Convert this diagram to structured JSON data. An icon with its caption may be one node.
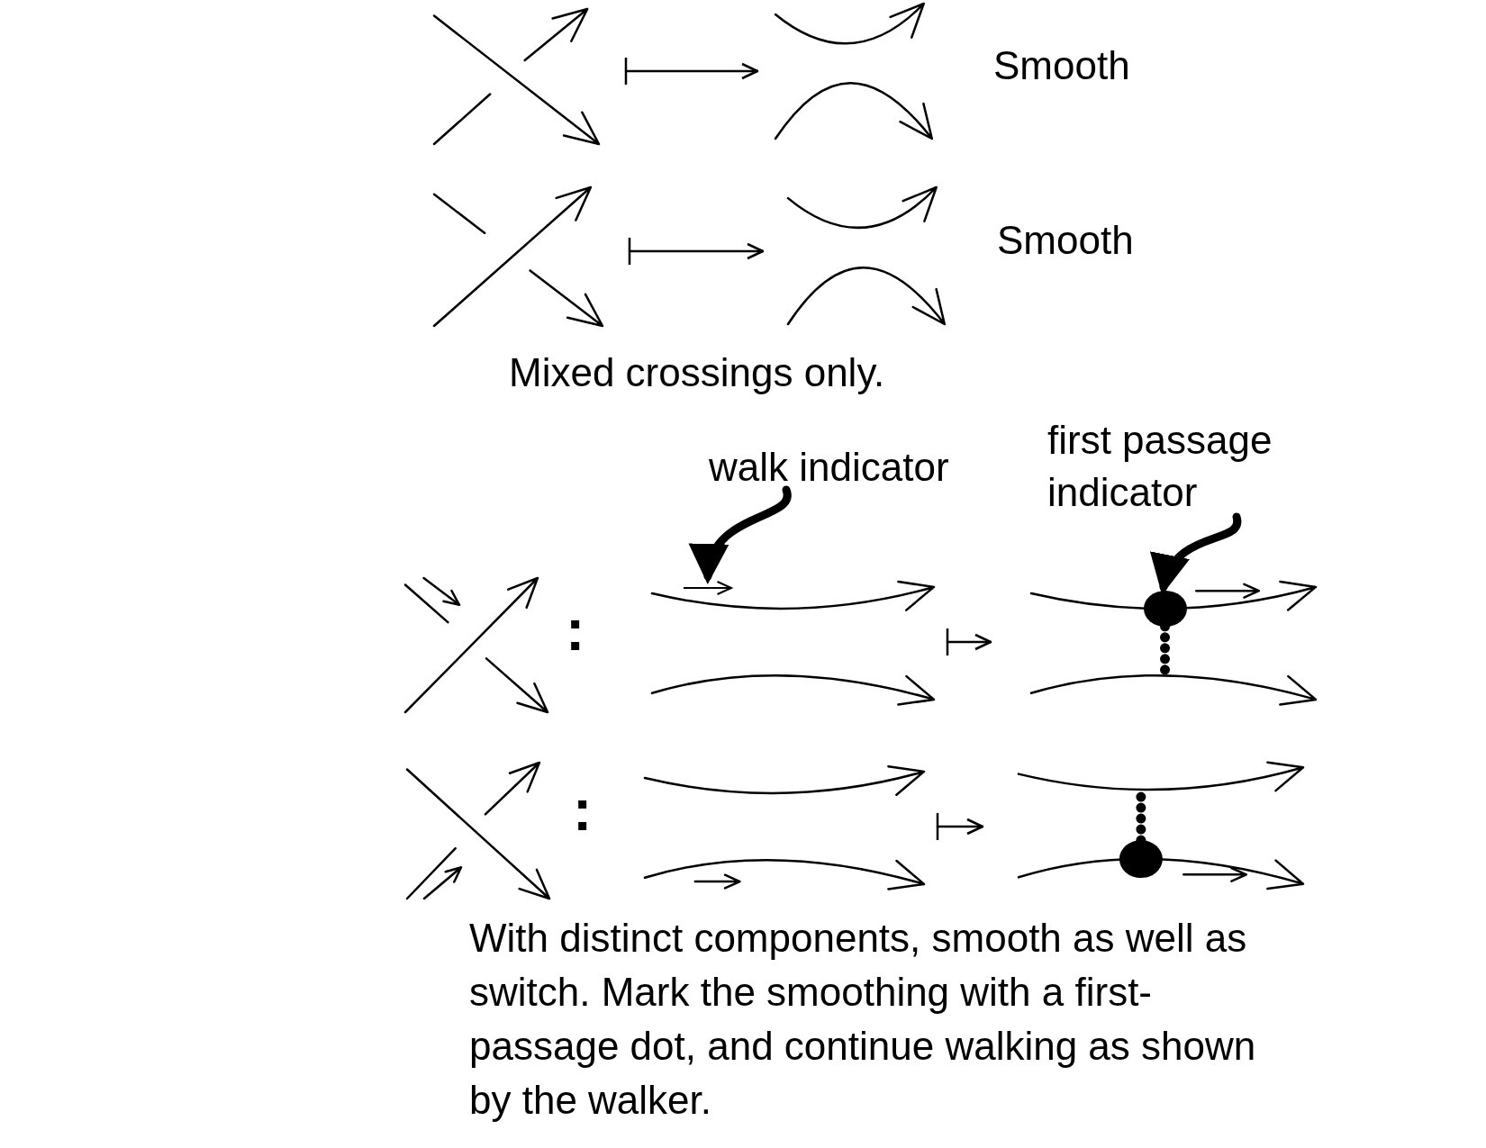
{
  "diagram": {
    "caption": "With distinct components, smooth as well as switch. Mark the smoothing with a first-passage dot, and continue walking as shown by the walker.",
    "nodes": [
      {
        "text": [],
        "shape": "picture"
      },
      {
        "text": [],
        "shape": "picture",
        "beside": [
          "Smooth"
        ]
      },
      {
        "text": [],
        "shape": "picture"
      },
      {
        "text": [],
        "shape": "picture",
        "beside": [
          "Smooth"
        ]
      },
      {
        "text": [
          "walk indicator"
        ]
      },
      {
        "text": [
          "first passage indicator"
        ]
      },
      {
        "text": [],
        "shape": "picture"
      },
      {
        "text": [],
        "shape": "picture"
      },
      {
        "text": [],
        "shape": "arrow",
        "in": 7
      },
      {
        "text": [],
        "shape": "picture"
      },
      {
        "text": [],
        "shape": "circle",
        "in": 9
      },
      {
        "text": [],
        "shape": "picture"
      },
      {
        "text": [],
        "shape": "picture"
      },
      {
        "text": [],
        "shape": "picture"
      }
    ],
    "edges": [
      {
        "from": 0,
        "to": 1,
        "arrow": "to"
      },
      {
        "from": 2,
        "to": 3,
        "arrow": "to"
      },
      {
        "from": 4,
        "to": 8,
        "arrow": "to",
        "style": "thick"
      },
      {
        "from": 5,
        "to": 10,
        "arrow": "to",
        "style": "thick"
      },
      {
        "from": 7,
        "to": 9,
        "arrow": "to"
      },
      {
        "from": 12,
        "to": 13,
        "arrow": "to"
      }
    ],
    "labels": [
      "Mixed crossings only.",
      ":",
      ":"
    ]
  }
}
